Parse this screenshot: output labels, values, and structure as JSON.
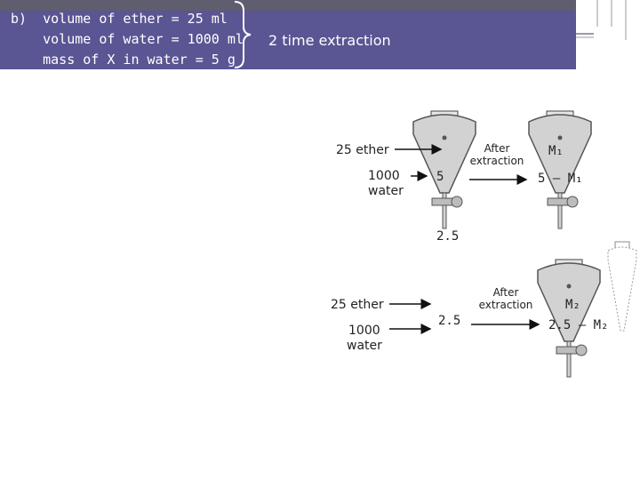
{
  "header": {
    "line1": "b)  volume of ether = 25 ml",
    "line2": "    volume of water = 1000 ml",
    "line3": "    mass of X in water = 5 g",
    "method": "2 time extraction"
  },
  "step1": {
    "ether_label": "25 ether",
    "water_label_1": "1000",
    "water_label_2": "water",
    "initial_mass": "5",
    "after_1": "After",
    "after_2": "extraction",
    "ether_mass": "M₁",
    "water_mass": "5 – M₁",
    "carry_over": "2.5"
  },
  "step2": {
    "ether_label": "25 ether",
    "water_label_1": "1000",
    "water_label_2": "water",
    "initial_mass": "2.5",
    "after_1": "After",
    "after_2": "extraction",
    "ether_mass": "M₂",
    "water_mass": "2.5 – M₂"
  },
  "colors": {
    "banner": "#5a5593",
    "banner_top": "#5e5e6e",
    "funnel": "#d2d2d2"
  }
}
